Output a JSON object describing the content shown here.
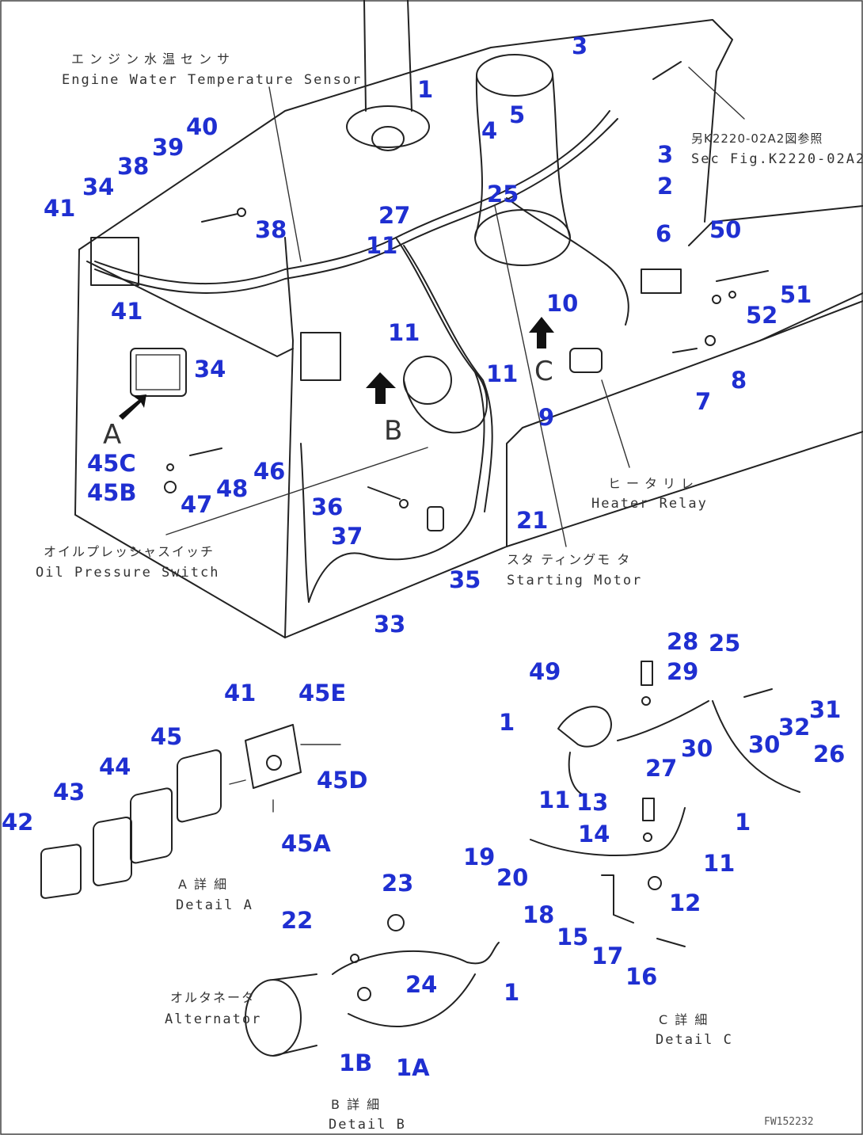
{
  "callouts": [
    {
      "id": "c-1a",
      "label": "1"
    },
    {
      "id": "c-3a",
      "label": "3"
    },
    {
      "id": "c-5",
      "label": "5"
    },
    {
      "id": "c-4",
      "label": "4"
    },
    {
      "id": "c-3b",
      "label": "3"
    },
    {
      "id": "c-2",
      "label": "2"
    },
    {
      "id": "c-6",
      "label": "6"
    },
    {
      "id": "c-25a",
      "label": "25"
    },
    {
      "id": "c-27a",
      "label": "27"
    },
    {
      "id": "c-40",
      "label": "40"
    },
    {
      "id": "c-39",
      "label": "39"
    },
    {
      "id": "c-38a",
      "label": "38"
    },
    {
      "id": "c-34a",
      "label": "34"
    },
    {
      "id": "c-41a",
      "label": "41"
    },
    {
      "id": "c-38b",
      "label": "38"
    },
    {
      "id": "c-11a",
      "label": "11"
    },
    {
      "id": "c-11b",
      "label": "11"
    },
    {
      "id": "c-11c",
      "label": "11"
    },
    {
      "id": "c-10",
      "label": "10"
    },
    {
      "id": "c-50",
      "label": "50"
    },
    {
      "id": "c-51",
      "label": "51"
    },
    {
      "id": "c-52",
      "label": "52"
    },
    {
      "id": "c-8",
      "label": "8"
    },
    {
      "id": "c-7",
      "label": "7"
    },
    {
      "id": "c-9",
      "label": "9"
    },
    {
      "id": "c-41b",
      "label": "41"
    },
    {
      "id": "c-34b",
      "label": "34"
    },
    {
      "id": "c-45c",
      "label": "45C"
    },
    {
      "id": "c-45b",
      "label": "45B"
    },
    {
      "id": "c-47",
      "label": "47"
    },
    {
      "id": "c-48",
      "label": "48"
    },
    {
      "id": "c-46",
      "label": "46"
    },
    {
      "id": "c-36",
      "label": "36"
    },
    {
      "id": "c-37",
      "label": "37"
    },
    {
      "id": "c-21",
      "label": "21"
    },
    {
      "id": "c-35",
      "label": "35"
    },
    {
      "id": "c-33",
      "label": "33"
    },
    {
      "id": "c-41c",
      "label": "41"
    },
    {
      "id": "c-45e",
      "label": "45E"
    },
    {
      "id": "c-45",
      "label": "45"
    },
    {
      "id": "c-44",
      "label": "44"
    },
    {
      "id": "c-43",
      "label": "43"
    },
    {
      "id": "c-42",
      "label": "42"
    },
    {
      "id": "c-45d",
      "label": "45D"
    },
    {
      "id": "c-45a",
      "label": "45A"
    },
    {
      "id": "c-28",
      "label": "28"
    },
    {
      "id": "c-29",
      "label": "29"
    },
    {
      "id": "c-25b",
      "label": "25"
    },
    {
      "id": "c-49",
      "label": "49"
    },
    {
      "id": "c-1b",
      "label": "1"
    },
    {
      "id": "c-27b",
      "label": "27"
    },
    {
      "id": "c-30a",
      "label": "30"
    },
    {
      "id": "c-30b",
      "label": "30"
    },
    {
      "id": "c-31",
      "label": "31"
    },
    {
      "id": "c-32",
      "label": "32"
    },
    {
      "id": "c-26",
      "label": "26"
    },
    {
      "id": "c-11d",
      "label": "11"
    },
    {
      "id": "c-13",
      "label": "13"
    },
    {
      "id": "c-1c",
      "label": "1"
    },
    {
      "id": "c-14",
      "label": "14"
    },
    {
      "id": "c-19",
      "label": "19"
    },
    {
      "id": "c-20",
      "label": "20"
    },
    {
      "id": "c-11e",
      "label": "11"
    },
    {
      "id": "c-12",
      "label": "12"
    },
    {
      "id": "c-18",
      "label": "18"
    },
    {
      "id": "c-15",
      "label": "15"
    },
    {
      "id": "c-17",
      "label": "17"
    },
    {
      "id": "c-16",
      "label": "16"
    },
    {
      "id": "c-23",
      "label": "23"
    },
    {
      "id": "c-22",
      "label": "22"
    },
    {
      "id": "c-24",
      "label": "24"
    },
    {
      "id": "c-1d",
      "label": "1"
    },
    {
      "id": "c-1b2",
      "label": "1B"
    },
    {
      "id": "c-1a2",
      "label": "1A"
    }
  ],
  "captions": {
    "water_sensor_jp": "エンジン水温センサ",
    "water_sensor_en": "Engine Water Temperature Sensor",
    "see_fig_jp": "另K2220-02A2図参照",
    "see_fig_en": "Sec Fig.K2220-02A2",
    "heater_relay_jp": "ヒータリレ",
    "heater_relay_en": "Heater Relay",
    "oil_switch_jp": "オイルプレッシャスイッチ",
    "oil_switch_en": "Oil Pressure Switch",
    "starting_motor_jp": "スタ ティングモ タ",
    "starting_motor_en": "Starting Motor",
    "detail_a_jp": "A 詳 細",
    "detail_a_en": "Detail A",
    "alternator_jp": "オルタネータ",
    "alternator_en": "Alternator",
    "detail_b_jp": "B 詳 細",
    "detail_b_en": "Detail B",
    "detail_c_jp": "C 詳 細",
    "detail_c_en": "Detail C",
    "view_a": "A",
    "view_b": "B",
    "view_c": "C",
    "drawing_code": "FW152232"
  },
  "colors": {
    "callout": "#1f2fd1",
    "linework": "#222222"
  }
}
